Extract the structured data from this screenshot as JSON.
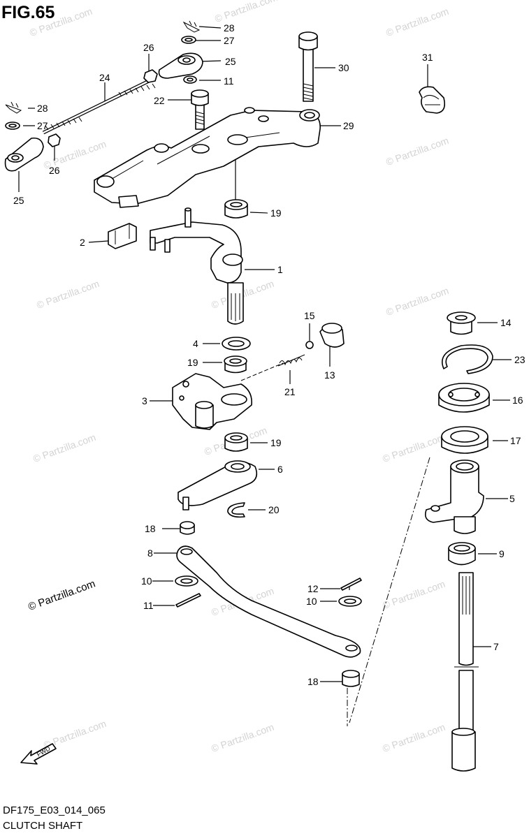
{
  "figure": {
    "title": "FIG.65",
    "code": "DF175_E03_014_065",
    "name": "CLUTCH SHAFT",
    "fwd_label": "FWD"
  },
  "watermark": {
    "text": "© Partzilla.com",
    "prominent_text": "© Partzilla.com"
  },
  "callouts": {
    "c28a": "28",
    "c27a": "27",
    "c25a": "25",
    "c26a": "26",
    "c11a": "11",
    "c30": "30",
    "c31": "31",
    "c24": "24",
    "c22": "22",
    "c28b": "28",
    "c27b": "27",
    "c26b": "26",
    "c25b": "25",
    "c29": "29",
    "c19a": "19",
    "c2": "2",
    "c1": "1",
    "c15": "15",
    "c14": "14",
    "c4": "4",
    "c19b": "19",
    "c13": "13",
    "c23": "23",
    "c21": "21",
    "c3": "3",
    "c16": "16",
    "c19c": "19",
    "c17": "17",
    "c6": "6",
    "c5": "5",
    "c20": "20",
    "c18a": "18",
    "c8": "8",
    "c9": "9",
    "c10a": "10",
    "c12": "12",
    "c10b": "10",
    "c11b": "11",
    "c7": "7",
    "c18b": "18"
  }
}
